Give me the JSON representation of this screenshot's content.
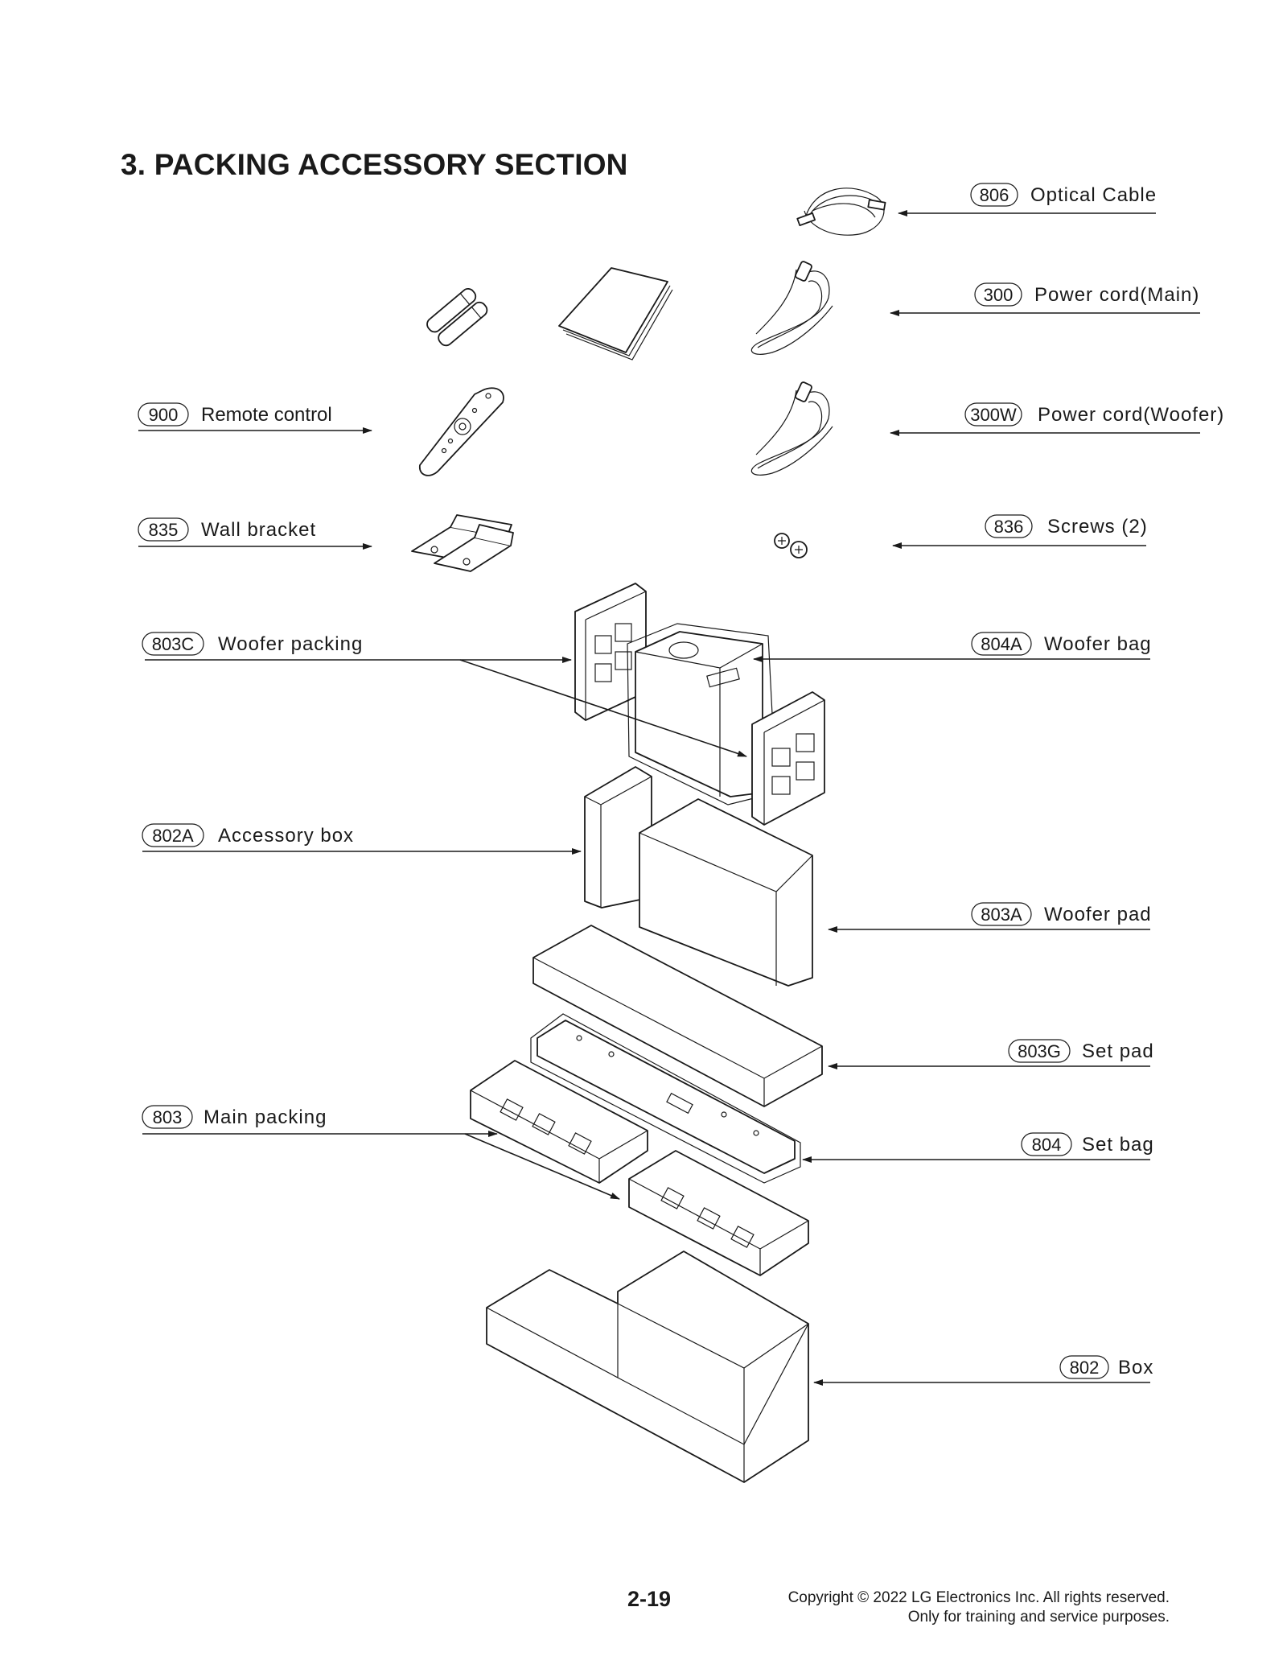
{
  "section_title": "3. PACKING ACCESSORY SECTION",
  "callouts": [
    {
      "id": "806-callout",
      "code": "806",
      "label": "Optical Cable"
    },
    {
      "id": "300-callout",
      "code": "300",
      "label": "Power cord(Main)"
    },
    {
      "id": "900-callout",
      "code": "900",
      "label": "Remote control"
    },
    {
      "id": "300w-callout",
      "code": "300W",
      "label": "Power cord(Woofer)"
    },
    {
      "id": "835-callout",
      "code": "835",
      "label": "Wall bracket"
    },
    {
      "id": "836-callout",
      "code": "836",
      "label": "Screws (2)"
    },
    {
      "id": "803c-callout",
      "code": "803C",
      "label": "Woofer packing"
    },
    {
      "id": "804a-callout",
      "code": "804A",
      "label": "Woofer bag"
    },
    {
      "id": "802a-callout",
      "code": "802A",
      "label": "Accessory box"
    },
    {
      "id": "803a-callout",
      "code": "803A",
      "label": "Woofer pad"
    },
    {
      "id": "803g-callout",
      "code": "803G",
      "label": "Set pad"
    },
    {
      "id": "803-callout",
      "code": "803",
      "label": "Main packing"
    },
    {
      "id": "804-callout",
      "code": "804",
      "label": "Set bag"
    },
    {
      "id": "802-callout",
      "code": "802",
      "label": "Box"
    }
  ],
  "footer": {
    "page_number": "2-19",
    "copyright_line1": "Copyright © 2022 LG Electronics Inc. All rights reserved.",
    "copyright_line2": "Only for training and service purposes."
  }
}
